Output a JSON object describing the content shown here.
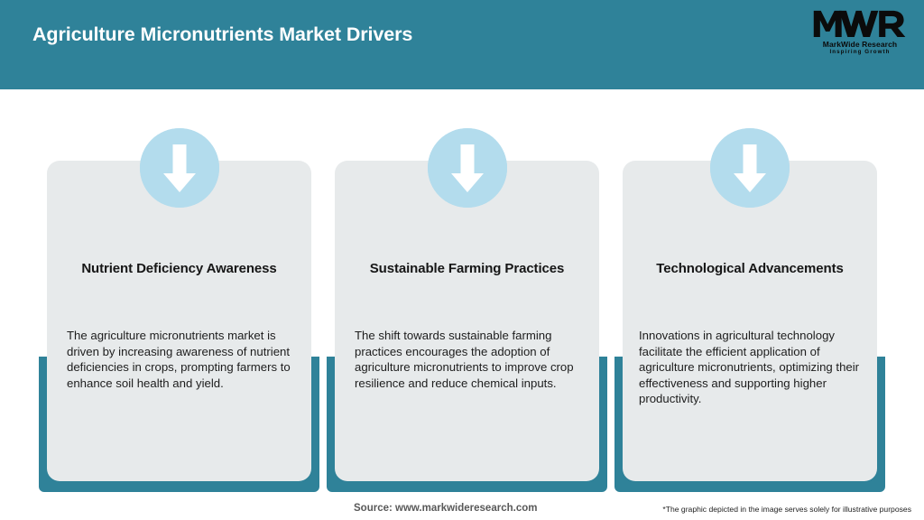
{
  "header": {
    "title": "Agriculture Micronutrients Market Drivers",
    "background_color": "#2f8299",
    "title_color": "#ffffff",
    "logo": {
      "mark": "MWR",
      "name": "MarkWide Research",
      "tagline": "Inspiring Growth"
    }
  },
  "theme": {
    "accent_teal": "#2f8299",
    "card_background": "#e7eaeb",
    "icon_circle": "#b3dced",
    "icon_arrow": "#ffffff",
    "page_background": "#ffffff"
  },
  "cards": [
    {
      "icon": "arrow-down-icon",
      "heading": "Nutrient Deficiency Awareness",
      "body": "The agriculture micronutrients market is driven by increasing awareness of nutrient deficiencies in crops, prompting farmers to enhance soil health and yield."
    },
    {
      "icon": "arrow-down-icon",
      "heading": "Sustainable Farming Practices",
      "body": "The shift towards sustainable farming practices encourages the adoption of agriculture micronutrients to improve crop resilience and reduce chemical inputs."
    },
    {
      "icon": "arrow-down-icon",
      "heading": "Technological Advancements",
      "body": "Innovations in agricultural technology facilitate the efficient application of agriculture micronutrients, optimizing their effectiveness and supporting higher productivity."
    }
  ],
  "footer": {
    "source": "Source: www.markwideresearch.com",
    "disclaimer": "*The graphic depicted in the image serves solely for illustrative purposes"
  }
}
